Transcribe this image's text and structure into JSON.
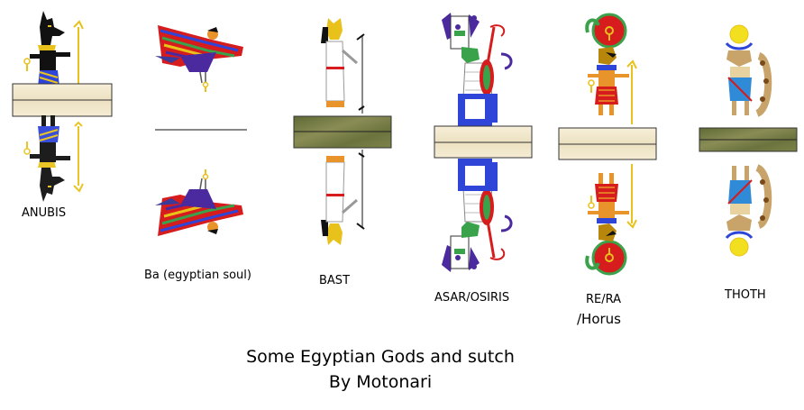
{
  "gods": [
    {
      "name": "anubis",
      "label": "ANUBIS"
    },
    {
      "name": "ba",
      "label": "Ba (egyptian soul)"
    },
    {
      "name": "bast",
      "label": "BAST"
    },
    {
      "name": "osiris",
      "label": "ASAR/OSIRIS"
    },
    {
      "name": "ra",
      "label_line1": "RE/RA",
      "label_line2": "/Horus"
    },
    {
      "name": "thoth",
      "label": "THOTH"
    }
  ],
  "credit": {
    "line1": "Some Egyptian Gods and sutch",
    "line2": "By Motonari"
  },
  "colors": {
    "black_skin": "#111111",
    "gold": "#e8c21a",
    "blue": "#2f45d8",
    "red": "#d61c1c",
    "green": "#3aa24a",
    "purple": "#4b2aa0",
    "orange": "#e8942a",
    "plank_light": "#f3ead2",
    "plank_green": "#6f7a42"
  }
}
